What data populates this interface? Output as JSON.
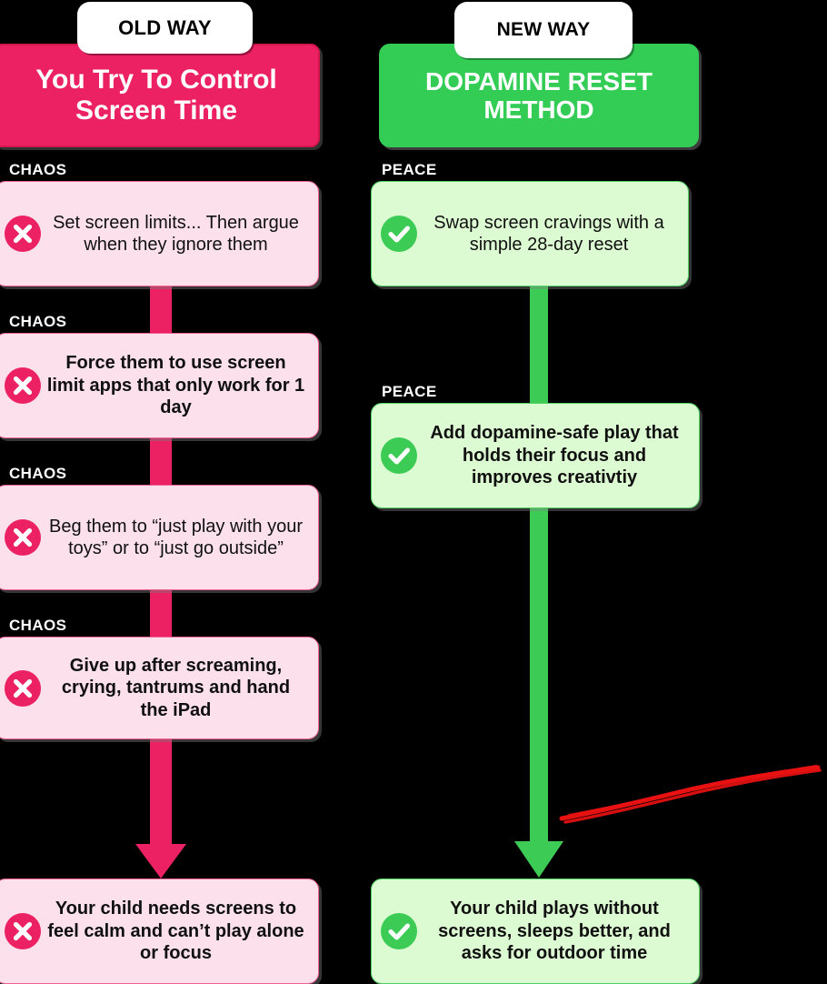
{
  "theme": {
    "background": "#000000",
    "bad_accent": "#ec2163",
    "bad_card_bg": "#fce0ec",
    "bad_card_border": "#f06292",
    "good_accent": "#33cc55",
    "good_card_bg": "#ddfbd2",
    "good_card_border": "#4fd164",
    "pill_bg": "#ffffff",
    "pill_text": "#000000",
    "annotation_red": "#e81111"
  },
  "left_column": {
    "pill_label": "OLD WAY",
    "banner_title": "You Try To Control Screen Time",
    "kicker_label": "CHAOS",
    "icon": "x-circle-icon",
    "steps": [
      {
        "kicker": "CHAOS",
        "text": "Set screen limits... Then argue when they ignore them",
        "bold": false
      },
      {
        "kicker": "CHAOS",
        "text": "Force them to use screen limit apps that only work for 1 day",
        "bold": true
      },
      {
        "kicker": "CHAOS",
        "text": "Beg them to “just play with your toys” or to “just go outside”",
        "bold": false
      },
      {
        "kicker": "CHAOS",
        "text": "Give up after screaming, crying, tantrums and hand the iPad",
        "bold": true
      }
    ],
    "outcome": {
      "text": "Your child needs screens to feel calm and can’t play alone or focus",
      "bold": true
    }
  },
  "right_column": {
    "pill_label": "NEW WAY",
    "banner_title": "DOPAMINE RESET METHOD",
    "kicker_label": "PEACE",
    "icon": "check-circle-icon",
    "steps": [
      {
        "kicker": "PEACE",
        "text": "Swap screen cravings with a simple 28-day reset",
        "bold": false
      },
      {
        "kicker": "PEACE",
        "text": "Add dopamine-safe play that holds their focus and improves creativtiy",
        "bold": true
      }
    ],
    "outcome": {
      "text": "Your child plays without screens, sleeps better, and asks for outdoor time",
      "bold": true
    }
  },
  "annotation": {
    "type": "red-underline-scribble",
    "color": "#e81111"
  }
}
